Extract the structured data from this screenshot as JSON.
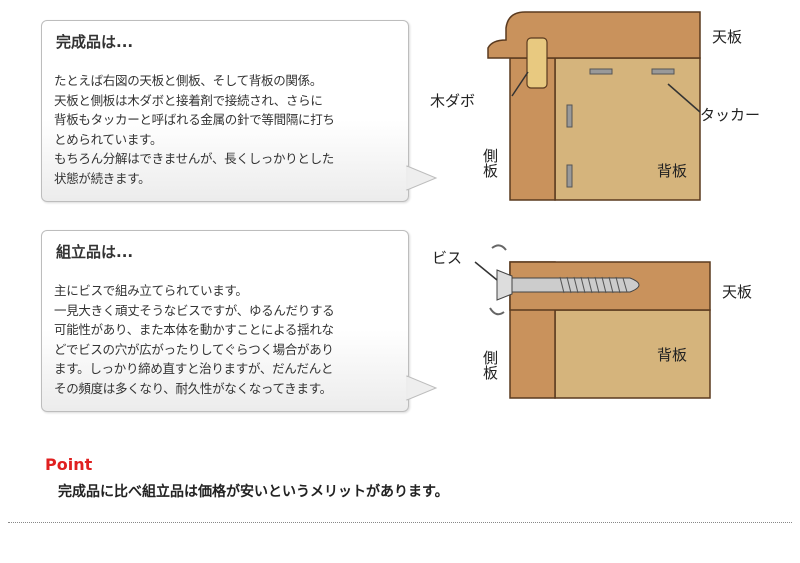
{
  "finished": {
    "title": "完成品は...",
    "body": "たとえば右図の天板と側板、そして背板の関係。\n天板と側板は木ダボと接着剤で接続され、さらに\n背板もタッカーと呼ばれる金属の針で等間隔に打ち\nとめられています。\nもちろん分解はできませんが、長くしっかりとした\n状態が続きます。",
    "labels": {
      "top_board": "天板",
      "dowel": "木ダボ",
      "tacker": "タッカー",
      "side_board": "側板",
      "back_board": "背板"
    }
  },
  "assembled": {
    "title": "組立品は...",
    "body": "主にビスで組み立てられています。\n一見大きく頑丈そうなビスですが、ゆるんだりする\n可能性があり、また本体を動かすことによる揺れな\nどでビスの穴が広がったりしてぐらつく場合があり\nます。しっかり締め直すと治りますが、だんだんと\nその頻度は多くなり、耐久性がなくなってきます。",
    "labels": {
      "screw": "ビス",
      "top_board": "天板",
      "side_board": "側板",
      "back_board": "背板"
    }
  },
  "point": {
    "label": "Point",
    "text": "完成品に比べ組立品は価格が安いというメリットがあります。"
  },
  "colors": {
    "top_board": "#c9925c",
    "back_board": "#d5b47c",
    "outline": "#5a3a1f",
    "accent": "#e02020"
  }
}
